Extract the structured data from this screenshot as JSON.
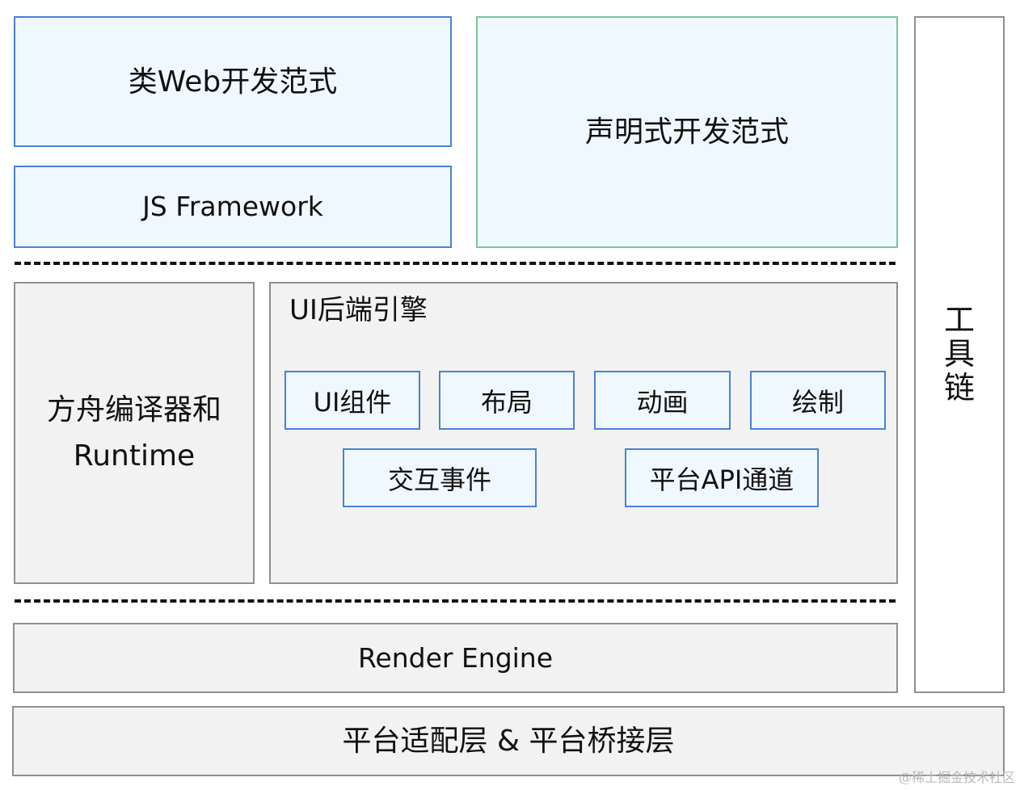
{
  "diagram": {
    "top_left_label": "类Web开发范式",
    "js_framework_label": "JS Framework",
    "top_right_label": "声明式开发范式",
    "toolchain_chars": [
      "工",
      "具",
      "链"
    ],
    "compiler_runtime_line1": "方舟编译器和",
    "compiler_runtime_line2": "Runtime",
    "ui_backend_title": "UI后端引擎",
    "ui_backend_items": [
      "UI组件",
      "布局",
      "动画",
      "绘制"
    ],
    "ui_backend_items_row2": [
      "交互事件",
      "平台API通道"
    ],
    "render_engine_label": "Render Engine",
    "platform_layer_label": "平台适配层 & 平台桥接层",
    "watermark": "@稀土掘金技术社区"
  }
}
